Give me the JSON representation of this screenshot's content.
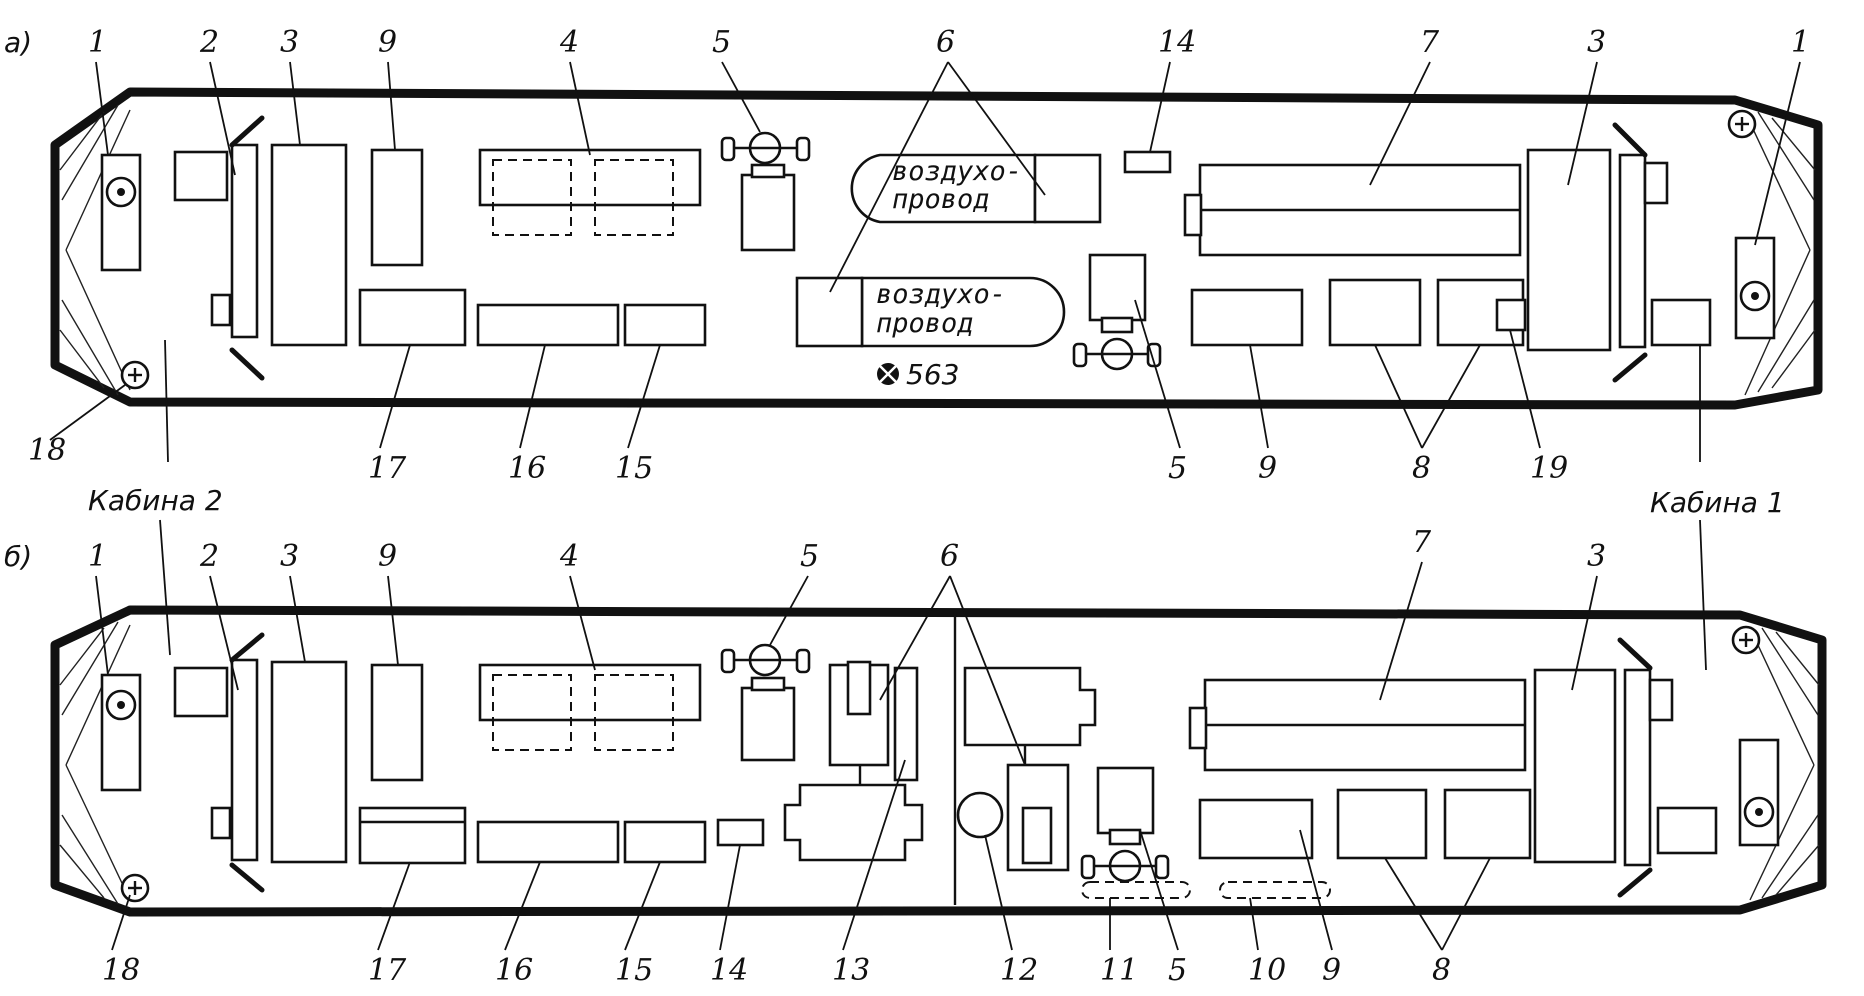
{
  "panels": {
    "a": {
      "tag": "а)"
    },
    "b": {
      "tag": "б)"
    }
  },
  "cabins": {
    "cabin_2": "Кабина 2",
    "cabin_1": "Кабина 1"
  },
  "ducts": {
    "line1": "воздухо-",
    "line2": "провод"
  },
  "mark": "563",
  "labels_a": {
    "n1_left": "1",
    "n2": "2",
    "n3_left": "3",
    "n9_top": "9",
    "n4": "4",
    "n5_top": "5",
    "n6": "6",
    "n14": "14",
    "n7": "7",
    "n3_right": "3",
    "n1_right": "1",
    "n18": "18",
    "n17": "17",
    "n16": "16",
    "n15": "15",
    "n5_bottom": "5",
    "n9_bottom": "9",
    "n8": "8",
    "n19": "19"
  },
  "labels_b": {
    "n1": "1",
    "n2": "2",
    "n3_left": "3",
    "n9_top": "9",
    "n4": "4",
    "n5_top": "5",
    "n6": "6",
    "n7": "7",
    "n3_right": "3",
    "n18": "18",
    "n17": "17",
    "n16": "16",
    "n15": "15",
    "n14": "14",
    "n13": "13",
    "n12": "12",
    "n11": "11",
    "n5_bottom": "5",
    "n10": "10",
    "n9_bottom": "9",
    "n8": "8"
  }
}
